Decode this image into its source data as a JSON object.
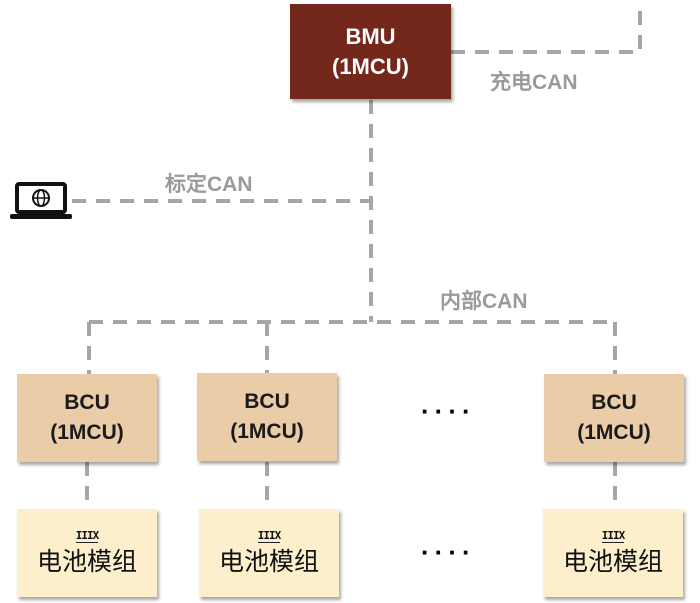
{
  "diagram": {
    "master": {
      "name": "BMU",
      "sub": "(1MCU)",
      "color": "#74271b"
    },
    "buses": {
      "charging": "充电CAN",
      "calibration": "标定CAN",
      "internal": "内部CAN"
    },
    "slaves": [
      {
        "name": "BCU",
        "sub": "(1MCU)",
        "module": "电池模组",
        "module_icon": "IIIX"
      },
      {
        "name": "BCU",
        "sub": "(1MCU)",
        "module": "电池模组",
        "module_icon": "IIIX"
      },
      {
        "name": "BCU",
        "sub": "(1MCU)",
        "module": "电池模组",
        "module_icon": "IIIX"
      }
    ],
    "ellipsis": "····",
    "colors": {
      "bcu": "#ebcca9",
      "module": "#fdefcc",
      "line": "#a6a6a6",
      "label": "#9a9a9a"
    },
    "icons": {
      "calibration_host": "laptop-globe-icon"
    }
  }
}
